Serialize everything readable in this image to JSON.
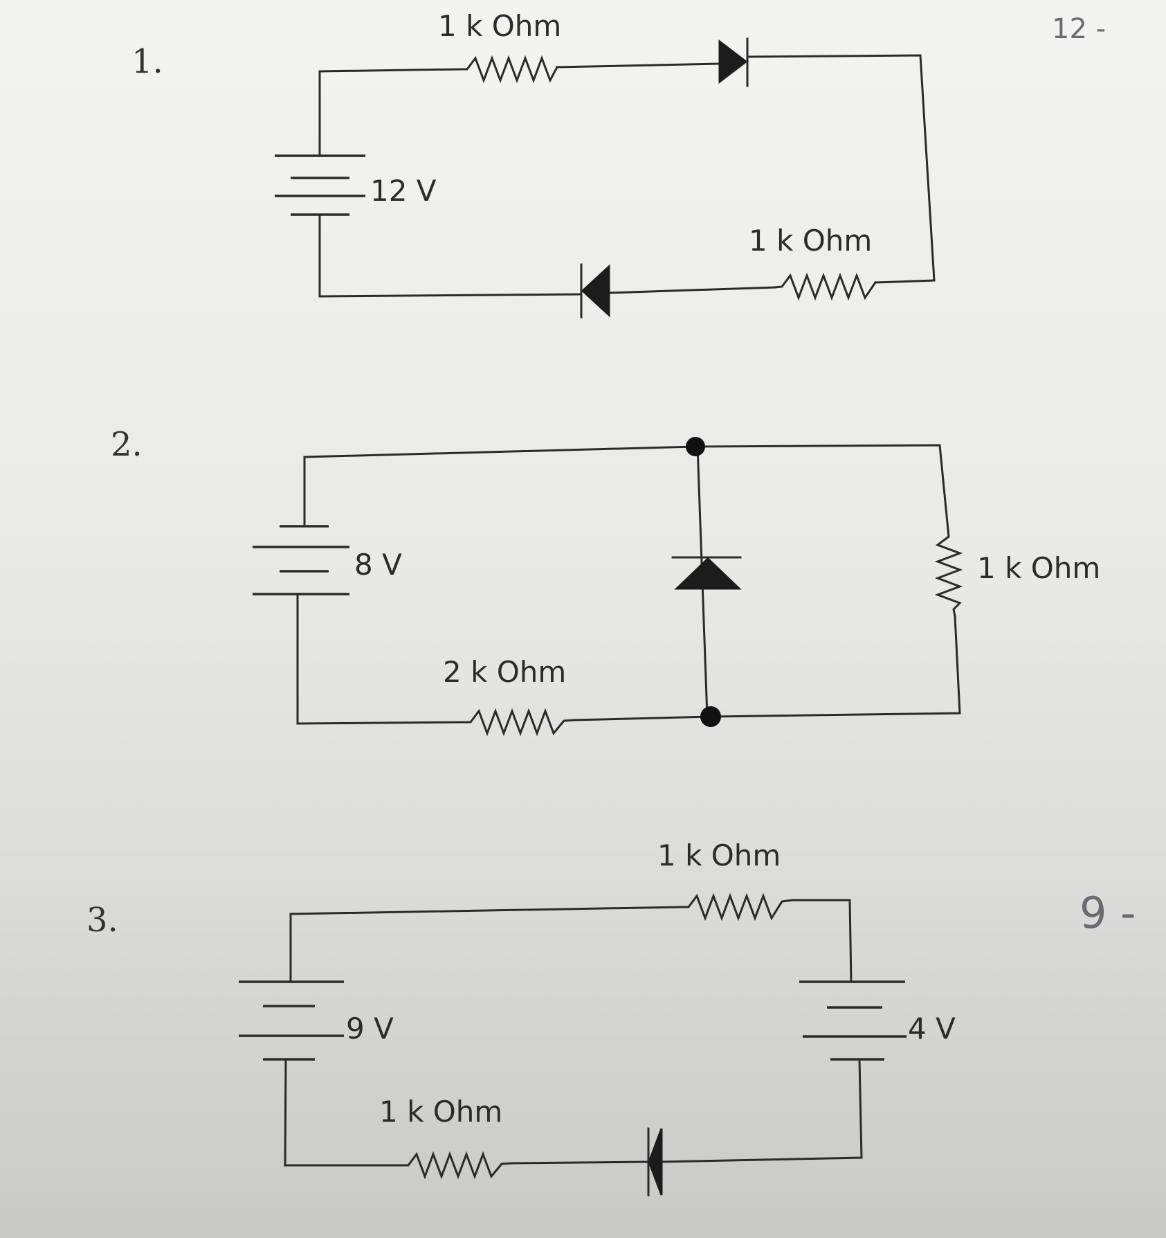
{
  "problems": [
    {
      "number": "1.",
      "source_label": "12 V",
      "resistor_top_label": "1 k Ohm",
      "resistor_bottom_label": "1 k Ohm",
      "handwritten_note": "12 -"
    },
    {
      "number": "2.",
      "source_label": "8 V",
      "resistor_right_label": "1 k Ohm",
      "resistor_bottom_label": "2 k Ohm"
    },
    {
      "number": "3.",
      "source_left_label": "9 V",
      "source_right_label": "4 V",
      "resistor_top_label": "1 k Ohm",
      "resistor_bottom_label": "1 k Ohm",
      "handwritten_note": "9 -"
    }
  ]
}
